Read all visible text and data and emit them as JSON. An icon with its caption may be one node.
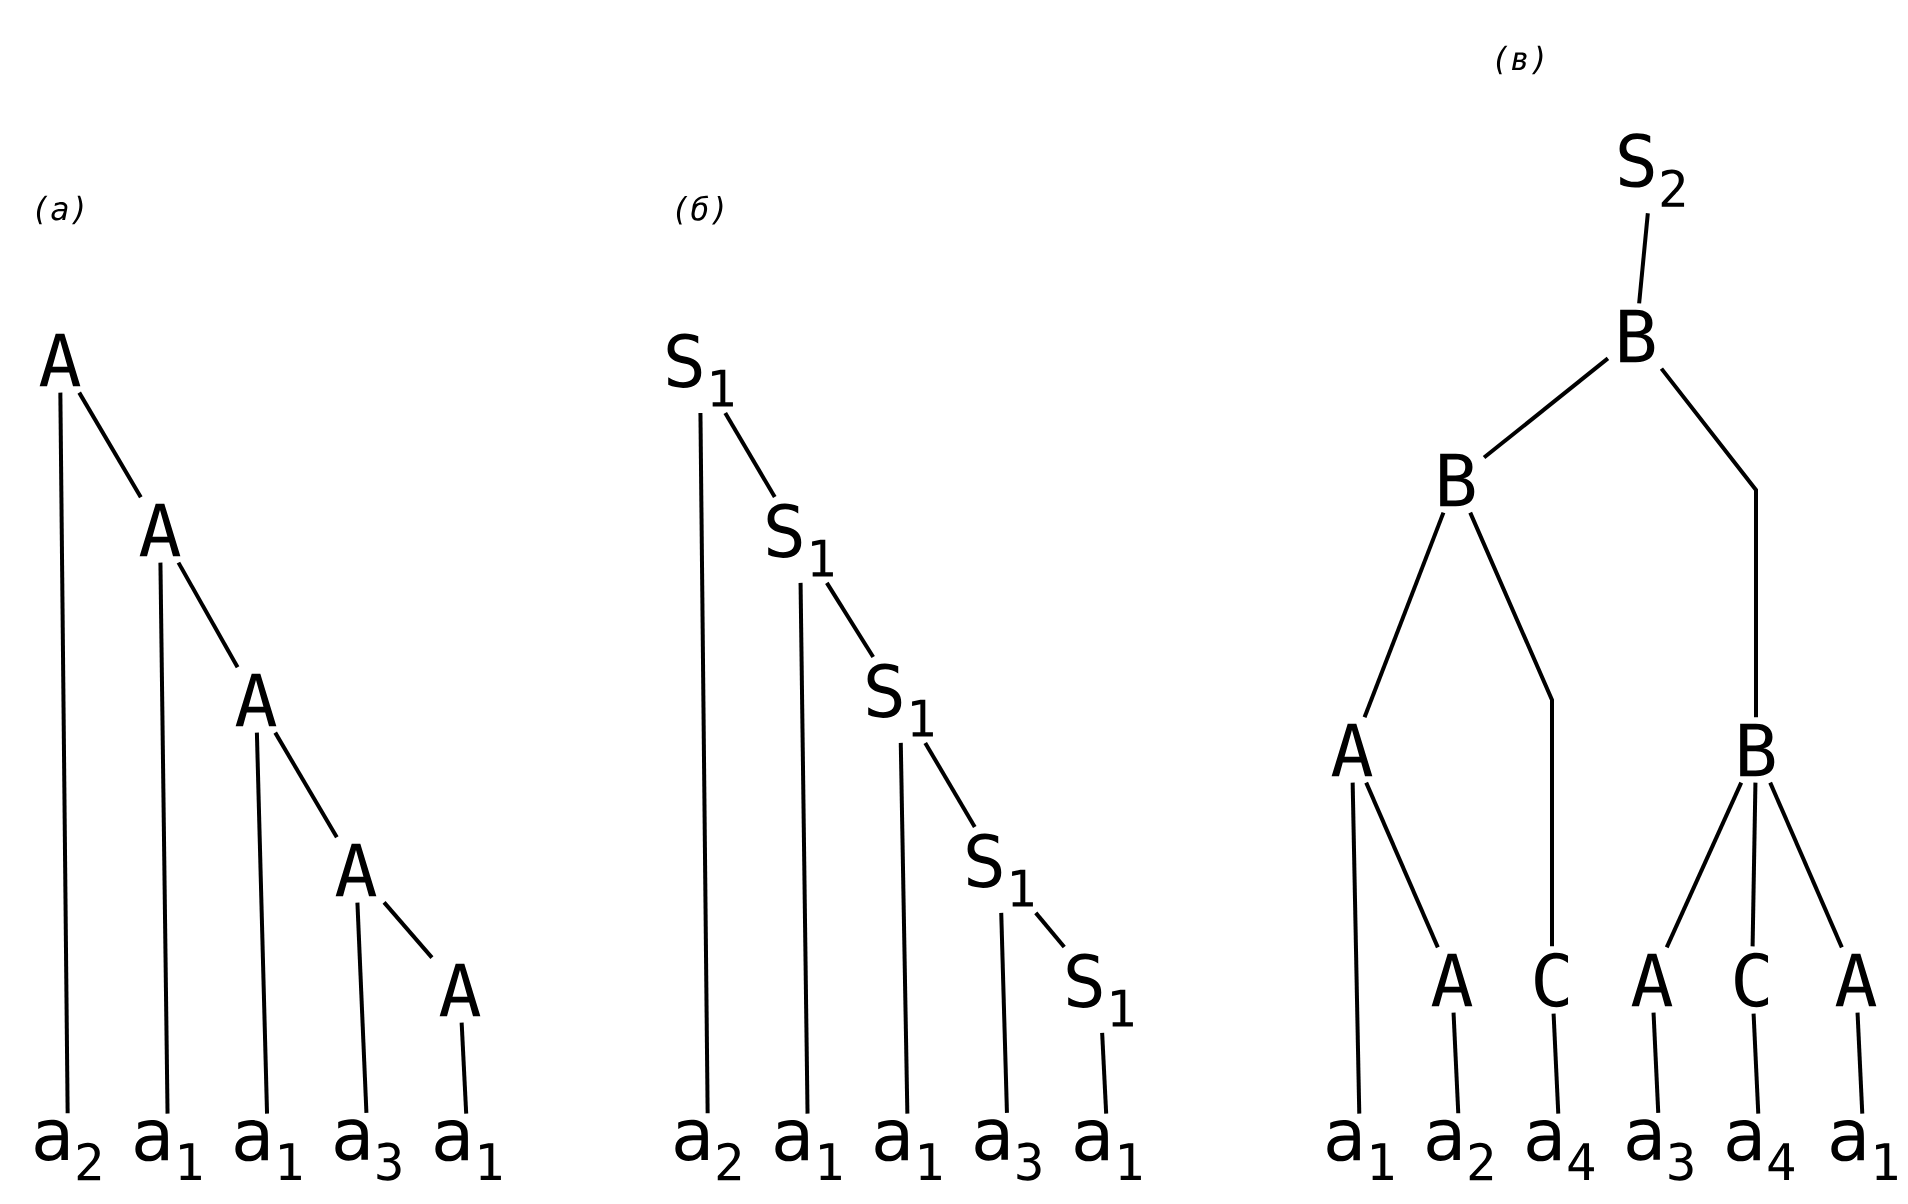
{
  "diagram": {
    "nodes": [
      {
        "text": [
          "A"
        ]
      },
      {
        "text": [
          "A"
        ]
      },
      {
        "text": [
          "A"
        ]
      },
      {
        "text": [
          "A"
        ]
      },
      {
        "text": [
          "A"
        ]
      },
      {
        "text": [
          "a$_{2}$"
        ]
      },
      {
        "text": [
          "a$_{1}$"
        ]
      },
      {
        "text": [
          "a$_{1}$"
        ]
      },
      {
        "text": [
          "a$_{3}$"
        ]
      },
      {
        "text": [
          "a$_{1}$"
        ]
      },
      {
        "text": [
          "S$_{1}$"
        ]
      },
      {
        "text": [
          "S$_{1}$"
        ]
      },
      {
        "text": [
          "S$_{1}$"
        ]
      },
      {
        "text": [
          "S$_{1}$"
        ]
      },
      {
        "text": [
          "S$_{1}$"
        ]
      },
      {
        "text": [
          "a$_{2}$"
        ]
      },
      {
        "text": [
          "a$_{1}$"
        ]
      },
      {
        "text": [
          "a$_{1}$"
        ]
      },
      {
        "text": [
          "a$_{3}$"
        ]
      },
      {
        "text": [
          "a$_{1}$"
        ]
      },
      {
        "text": [
          "S$_{2}$"
        ]
      },
      {
        "text": [
          "B"
        ]
      },
      {
        "text": [
          "B"
        ]
      },
      {
        "text": [
          "A"
        ]
      },
      {
        "text": [
          "B"
        ]
      },
      {
        "text": [
          "A"
        ]
      },
      {
        "text": [
          "C"
        ]
      },
      {
        "text": [
          "A"
        ]
      },
      {
        "text": [
          "C"
        ]
      },
      {
        "text": [
          "A"
        ]
      },
      {
        "text": [
          "a$_{1}$"
        ]
      },
      {
        "text": [
          "a$_{2}$"
        ]
      },
      {
        "text": [
          "a$_{4}$"
        ]
      },
      {
        "text": [
          "a$_{3}$"
        ]
      },
      {
        "text": [
          "a$_{4}$"
        ]
      },
      {
        "text": [
          "a$_{1}$"
        ]
      }
    ],
    "edges": [
      {
        "from": 0,
        "to": 1,
        "arrow": "none"
      },
      {
        "from": 0,
        "to": 5,
        "arrow": "none"
      },
      {
        "from": 1,
        "to": 2,
        "arrow": "none"
      },
      {
        "from": 1,
        "to": 6,
        "arrow": "none"
      },
      {
        "from": 2,
        "to": 3,
        "arrow": "none"
      },
      {
        "from": 2,
        "to": 7,
        "arrow": "none"
      },
      {
        "from": 3,
        "to": 4,
        "arrow": "none"
      },
      {
        "from": 3,
        "to": 8,
        "arrow": "none"
      },
      {
        "from": 4,
        "to": 9,
        "arrow": "none"
      },
      {
        "from": 10,
        "to": 11,
        "arrow": "none"
      },
      {
        "from": 10,
        "to": 15,
        "arrow": "none"
      },
      {
        "from": 11,
        "to": 12,
        "arrow": "none"
      },
      {
        "from": 11,
        "to": 16,
        "arrow": "none"
      },
      {
        "from": 12,
        "to": 13,
        "arrow": "none"
      },
      {
        "from": 12,
        "to": 17,
        "arrow": "none"
      },
      {
        "from": 13,
        "to": 14,
        "arrow": "none"
      },
      {
        "from": 13,
        "to": 18,
        "arrow": "none"
      },
      {
        "from": 14,
        "to": 19,
        "arrow": "none"
      },
      {
        "from": 20,
        "to": 21,
        "arrow": "none"
      },
      {
        "from": 21,
        "to": 22,
        "arrow": "none"
      },
      {
        "from": 21,
        "to": 24,
        "arrow": "none"
      },
      {
        "from": 22,
        "to": 23,
        "arrow": "none"
      },
      {
        "from": 22,
        "to": 26,
        "arrow": "none"
      },
      {
        "from": 23,
        "to": 30,
        "arrow": "none"
      },
      {
        "from": 23,
        "to": 25,
        "arrow": "none"
      },
      {
        "from": 25,
        "to": 31,
        "arrow": "none"
      },
      {
        "from": 26,
        "to": 32,
        "arrow": "none"
      },
      {
        "from": 24,
        "to": 27,
        "arrow": "none"
      },
      {
        "from": 24,
        "to": 28,
        "arrow": "none"
      },
      {
        "from": 24,
        "to": 29,
        "arrow": "none"
      },
      {
        "from": 27,
        "to": 33,
        "arrow": "none"
      },
      {
        "from": 28,
        "to": 34,
        "arrow": "none"
      },
      {
        "from": 29,
        "to": 35,
        "arrow": "none"
      }
    ],
    "labels": [
      "(в)",
      "(а)",
      "(б)"
    ]
  }
}
